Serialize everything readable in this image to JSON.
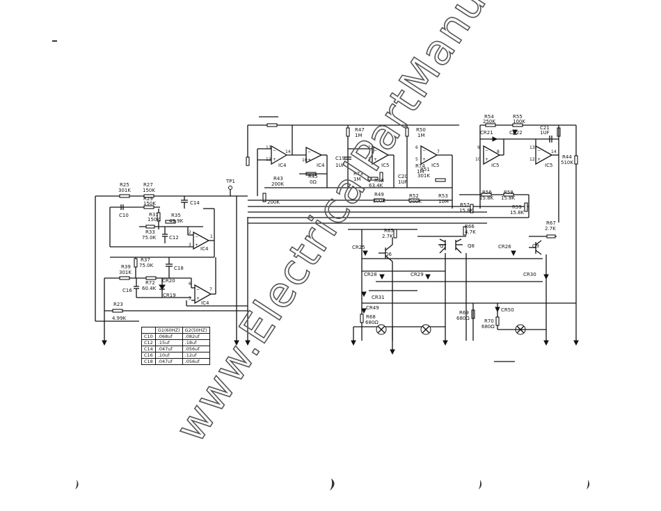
{
  "watermark": "www.ElectricalPartManuals.com",
  "test_point": "TP1",
  "ics": {
    "ic4a": "IC4",
    "ic4b": "IC4",
    "ic5a": "IC5",
    "ic5b": "IC5",
    "ic4c": "IC4",
    "ic4d": "IC4",
    "ic5c": "IC5",
    "ic5d": "IC5"
  },
  "pins": {
    "p13": "13",
    "p12": "12",
    "p14": "14",
    "p10": "10",
    "p2": "2",
    "p3": "3",
    "p1": "1",
    "p6": "6",
    "p5": "5",
    "p7": "7",
    "p9": "9",
    "p8": "8"
  },
  "resistors": {
    "r25": "R25",
    "r25v": "301K",
    "r27": "R27",
    "r27v": "150K",
    "r29": "R29",
    "r29v": "150K",
    "r31": "R31",
    "r31v": "150K",
    "r35": "R35",
    "r35v": "49.9K",
    "r33": "R33",
    "r33v": "75.0K",
    "r37": "R37",
    "r37v": "75.0K",
    "r39": "R39",
    "r39v": "301K",
    "r72": "R72",
    "r72v": "60.4K",
    "r23": "R23",
    "r23v": "4.99K",
    "r43": "R43",
    "r43v": "200K",
    "r45": "R45",
    "r45v": "0Ω",
    "r47": "R47",
    "r47v": "1M",
    "r73": "R73",
    "r73v": "1M",
    "r48": "R48",
    "r48v": "63.4K",
    "r49": "R49",
    "r49v": "200K",
    "r50": "R50",
    "r50v": "1M",
    "r74": "R74",
    "r74v": "1M",
    "r51": "R51",
    "r51v": "301K",
    "r52": "R52",
    "r52v": "200K",
    "r53": "R53",
    "r53v": "10M",
    "r54": "R54",
    "r54v": "250K",
    "r55": "R55",
    "r55v": "100K",
    "r56": "R56",
    "r56v": "15.8K",
    "r58": "R58",
    "r58v": "15.8K",
    "r57": "R57",
    "r57v": "15.8K",
    "r59": "R59",
    "r59v": "15.8K",
    "r44": "R44",
    "r44v": "510K",
    "r65": "R65",
    "r65v": "2.7K",
    "r66": "R66",
    "r66v": "4.7K",
    "r67": "R67",
    "r67v": "2.7K",
    "r69": "R69",
    "r69v": "680Ω",
    "r68": "R68",
    "r68v": "680Ω",
    "r70": "R70",
    "r70v": "680Ω",
    "r200": "200K"
  },
  "capacitors": {
    "c10": "C10",
    "c14": "C14",
    "c12": "C12",
    "c18": "C18",
    "c16": "C16",
    "c19": "C19",
    "c19v": "1UF",
    "c20": "C20",
    "c20v": "1UF",
    "c21": "C21",
    "c21v": "1UF"
  },
  "semis": {
    "cr20": "CR20",
    "cr19": "CR19",
    "cr21": "CR21",
    "cr22": "CR22",
    "cr25": "CR25",
    "cr26": "CR26",
    "cr28": "CR28",
    "cr29": "CR29",
    "cr30": "CR30",
    "cr31": "CR31",
    "cr49": "CR49",
    "cr50": "CR50",
    "q6": "Q6",
    "q7": "Q7",
    "q8": "Q8",
    "q9": "Q9"
  },
  "cap_table": {
    "headers": [
      "",
      "G1(60HZ)",
      "G2(50HZ)"
    ],
    "rows": [
      [
        "C10",
        ".068uf",
        ".082uf"
      ],
      [
        "C12",
        ".15uf",
        ".18uf"
      ],
      [
        "C14",
        ".047uf",
        ".056uf"
      ],
      [
        "C16",
        ".10uf",
        ".12uf"
      ],
      [
        "C18",
        ".047uf",
        ".056uf"
      ]
    ]
  }
}
